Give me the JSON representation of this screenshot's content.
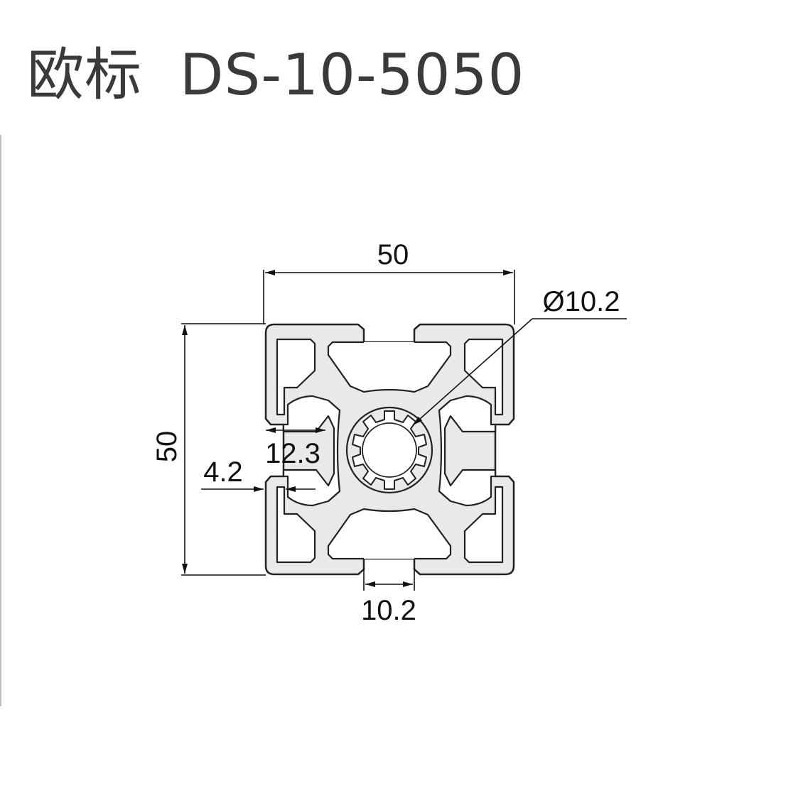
{
  "title": "欧标  DS-10-5050",
  "dimensions": {
    "width": "50",
    "height": "50",
    "bore_diameter": "Ø10.2",
    "slot_depth": "12.3",
    "wall_thickness": "4.2",
    "slot_width": "10.2"
  }
}
